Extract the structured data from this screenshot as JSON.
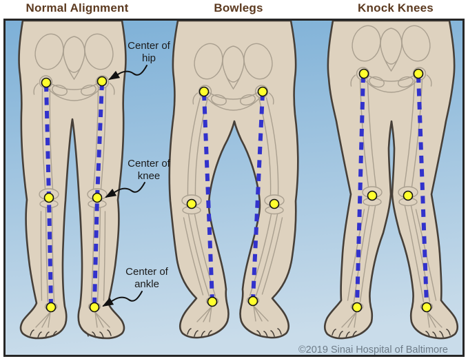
{
  "panels": [
    {
      "title": "Normal Alignment"
    },
    {
      "title": "Bowlegs"
    },
    {
      "title": "Knock Knees"
    }
  ],
  "annotations": {
    "hip": "Center of hip",
    "knee": "Center of knee",
    "ankle": "Center of ankle"
  },
  "copyright": "©2019 Sinai Hospital of Baltimore",
  "colors": {
    "page_background": "#ffffff",
    "background_top": "#7db0d7",
    "background_bottom": "#c9dcea",
    "skin": "#ded2bf",
    "figure_outline": "#463f38",
    "bone_outline": "#a99f8f",
    "alignment_line": "#3232cc",
    "marker_fill": "#ffff2e",
    "marker_outline": "#111111",
    "title_text": "#5c3a20",
    "annotation_text": "#1a1a1a",
    "copyright_text": "#6e7c88",
    "frame_border": "#262626"
  },
  "diagram": {
    "panels": [
      {
        "name": "normal-alignment",
        "legs": [
          {
            "side": "left",
            "dir": -1,
            "bow": -3,
            "hip": [
              67,
              120
            ],
            "knee": [
              71,
              287
            ],
            "ankle": [
              74,
              446
            ],
            "line": [
              [
                67,
                122
              ],
              [
                71,
                287
              ],
              [
                74,
                443
              ]
            ]
          },
          {
            "side": "right",
            "dir": 1,
            "bow": 3,
            "hip": [
              148,
              118
            ],
            "knee": [
              141,
              287
            ],
            "ankle": [
              137,
              446
            ],
            "line": [
              [
                148,
                120
              ],
              [
                141,
                287
              ],
              [
                137,
                443
              ]
            ]
          }
        ]
      },
      {
        "name": "bowlegs",
        "legs": [
          {
            "side": "left",
            "dir": -1,
            "bow": -10,
            "hip": [
              296,
              133
            ],
            "knee": [
              278,
              296
            ],
            "ankle": [
              308,
              438
            ],
            "line": [
              [
                296,
                135
              ],
              [
                308,
                436
              ]
            ]
          },
          {
            "side": "right",
            "dir": 1,
            "bow": 10,
            "hip": [
              381,
              133
            ],
            "knee": [
              398,
              296
            ],
            "ankle": [
              367,
              437
            ],
            "line": [
              [
                381,
                135
              ],
              [
                367,
                435
              ]
            ]
          }
        ]
      },
      {
        "name": "knock-knees",
        "legs": [
          {
            "side": "left",
            "dir": -1,
            "bow": -4,
            "hip": [
              528,
              107
            ],
            "knee": [
              540,
              284
            ],
            "ankle": [
              518,
              446
            ],
            "line": [
              [
                527,
                109
              ],
              [
                518,
                444
              ]
            ]
          },
          {
            "side": "right",
            "dir": 1,
            "bow": 4,
            "hip": [
              607,
              107
            ],
            "knee": [
              592,
              284
            ],
            "ankle": [
              619,
              446
            ],
            "line": [
              [
                607,
                109
              ],
              [
                619,
                444
              ]
            ]
          }
        ]
      }
    ]
  }
}
